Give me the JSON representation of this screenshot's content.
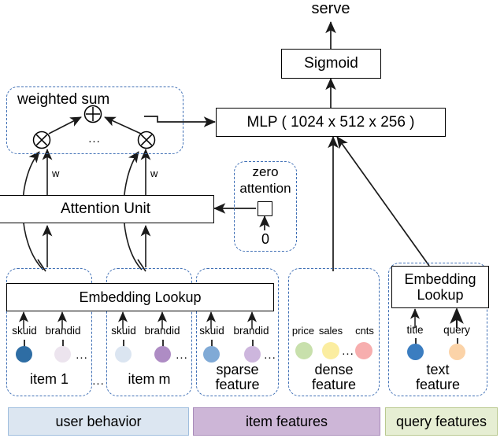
{
  "diagram": {
    "title_output": "serve",
    "nodes": {
      "sigmoid": "Sigmoid",
      "mlp": "MLP ( 1024 x 512 x 256 )",
      "attention_unit": "Attention Unit",
      "weighted_sum": "weighted sum",
      "zero_attention_line1": "zero",
      "zero_attention_line2": "attention",
      "zero_value": "0",
      "embedding_lookup_left": "Embedding Lookup",
      "embedding_lookup_right_line1": "Embedding",
      "embedding_lookup_right_line2": "Lookup"
    },
    "weight_labels": [
      "w",
      "w"
    ],
    "ellipsis": "...",
    "groups": [
      {
        "id": "item-1",
        "caption": "item 1",
        "fields": [
          {
            "label": "skuid",
            "color": "#2e6da4"
          },
          {
            "label": "brandid",
            "color": "#ece4ee"
          }
        ],
        "trailing_ellipsis": "..."
      },
      {
        "id": "item-m",
        "caption": "item m",
        "fields": [
          {
            "label": "skuid",
            "color": "#dbe5f1"
          },
          {
            "label": "brandid",
            "color": "#ae8cc4"
          }
        ],
        "trailing_ellipsis": "..."
      },
      {
        "id": "sparse-feature",
        "caption_line1": "sparse",
        "caption_line2": "feature",
        "fields": [
          {
            "label": "skuid",
            "color": "#80aad6"
          },
          {
            "label": "brandid",
            "color": "#cdb6dd"
          }
        ],
        "trailing_ellipsis": "..."
      },
      {
        "id": "dense-feature",
        "caption_line1": "dense",
        "caption_line2": "feature",
        "fields": [
          {
            "label": "price",
            "color": "#c8e0ac"
          },
          {
            "label": "sales",
            "color": "#fbeda0"
          },
          {
            "label": "cnts",
            "color": "#f7aeae"
          }
        ],
        "mid_ellipsis": "..."
      },
      {
        "id": "text-feature",
        "caption_line1": "text",
        "caption_line2": "feature",
        "fields": [
          {
            "label": "title",
            "color": "#3b7dc0"
          },
          {
            "label": "query",
            "color": "#fbd3a8"
          }
        ]
      }
    ],
    "group_separator_ellipsis": "...",
    "bands": [
      {
        "label": "user behavior",
        "fill": "#dce6f1",
        "stroke": "#9fbede"
      },
      {
        "label": "item features",
        "fill": "#cdb6d7",
        "stroke": "#a98cba"
      },
      {
        "label": "query features",
        "fill": "#e6eed3",
        "stroke": "#b9c98f"
      }
    ],
    "colors": {
      "dashed_border": "#3f6fb5",
      "solid_border": "#000000",
      "arrow": "#1a1a1a",
      "background": "#ffffff"
    }
  }
}
